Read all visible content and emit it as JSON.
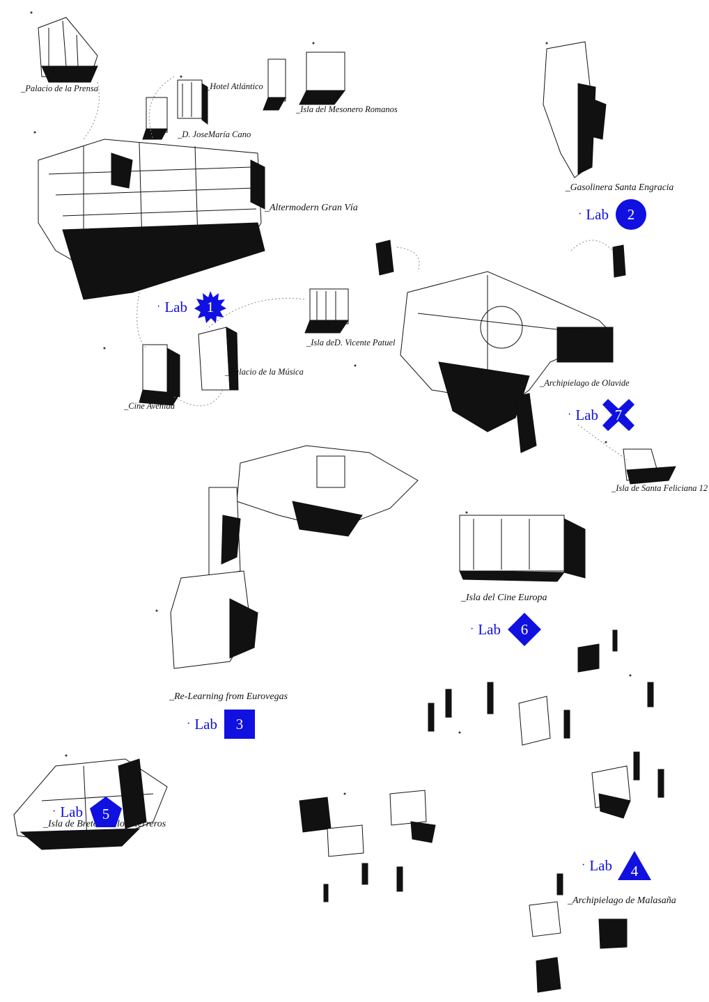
{
  "labels": {
    "palacio_prensa": "_Palacio de la Prensa",
    "hotel_atlantico": "_Hotel Atlántico",
    "mesonero": "_Isla del Mesonero Romanos",
    "jose_maria_cano": "_D. JoseMaría Cano",
    "gran_via": "_Altermodern Gran Vía",
    "gasolinera": "_Gasolinera Santa Engracia",
    "vicente_patuel": "_Isla deD. Vicente Patuel",
    "palacio_musica": "_Palacio de la Música",
    "cine_avenida": "_Cine Avenida",
    "olavide": "_Archipielago de Olavide",
    "santa_feliciana": "_Isla de Santa Feliciana 12",
    "cine_europa": "_Isla del Cine Europa",
    "eurovegas": "_Re-Learning from Eurovegas",
    "breton": "_Isla de Bretón de los Herreros",
    "malasana": "_Archipielago de Malasaña"
  },
  "labs": [
    {
      "id": "lab1",
      "prefix": "·",
      "text": "Lab",
      "number": "1",
      "shape": "starburst"
    },
    {
      "id": "lab2",
      "prefix": "·",
      "text": "Lab",
      "number": "2",
      "shape": "circle"
    },
    {
      "id": "lab3",
      "prefix": "·",
      "text": "Lab",
      "number": "3",
      "shape": "square"
    },
    {
      "id": "lab4",
      "prefix": "·",
      "text": "Lab",
      "number": "4",
      "shape": "triangle"
    },
    {
      "id": "lab5",
      "prefix": "·",
      "text": "Lab",
      "number": "5",
      "shape": "pentagon"
    },
    {
      "id": "lab6",
      "prefix": "·",
      "text": "Lab",
      "number": "6",
      "shape": "diamond"
    },
    {
      "id": "lab7",
      "prefix": "·",
      "text": "Lab",
      "number": "7",
      "shape": "cross"
    }
  ],
  "colors": {
    "accent": "#1010e0",
    "ink": "#111111"
  }
}
